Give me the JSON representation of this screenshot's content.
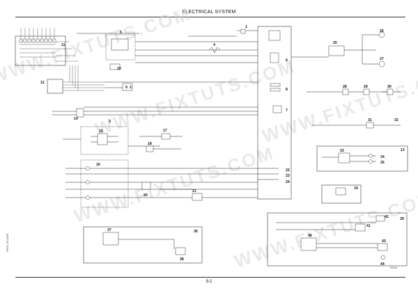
{
  "header": {
    "title": "ELECTRICAL SYSTEM"
  },
  "footer": {
    "page_number": "9-2"
  },
  "side_code": "FIGS. 10-1196",
  "figure_ref": "P0414",
  "watermark": "WWW.FIXTUTS.COM",
  "callouts": [
    "1",
    "2",
    "3",
    "4",
    "5",
    "6",
    "7",
    "8",
    "9",
    "10",
    "11",
    "12",
    "13",
    "14",
    "15",
    "16",
    "17",
    "18",
    "19",
    "20",
    "21",
    "22",
    "23",
    "24",
    "25",
    "26",
    "27",
    "28",
    "29",
    "30",
    "31",
    "32",
    "33",
    "34",
    "35",
    "36",
    "37",
    "38",
    "39",
    "40",
    "41",
    "42",
    "43",
    "44"
  ]
}
